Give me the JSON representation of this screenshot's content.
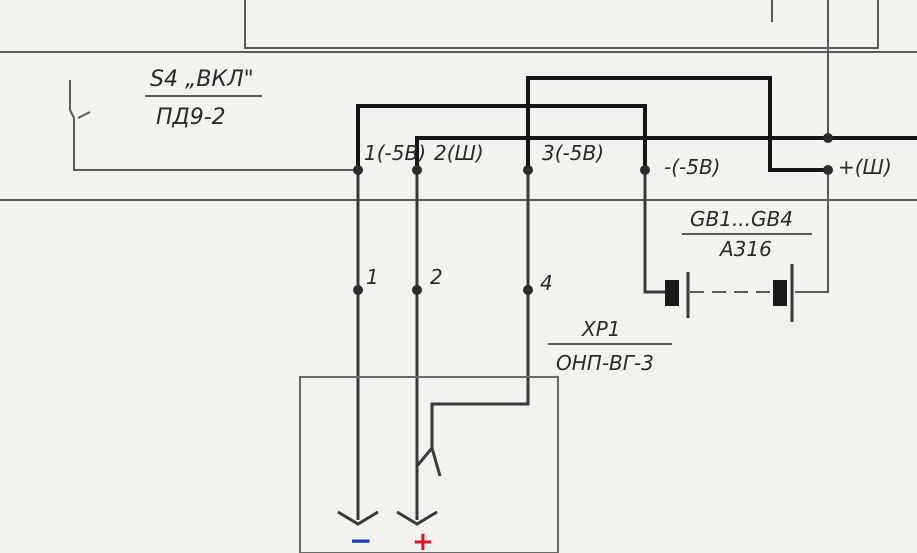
{
  "switch": {
    "designator": "S4 „ВКЛ\"",
    "type": "ПД9-2"
  },
  "contacts": {
    "c1": "1(-5В)",
    "c2": "2(Ш)",
    "c3": "3(-5В)",
    "c_minus": "-(-5В)",
    "c_plus": "+(Ш)"
  },
  "battery": {
    "designator": "GB1...GB4",
    "type": "А316"
  },
  "connector": {
    "designator": "XP1",
    "type": "ОНП-ВГ-3"
  },
  "pins": {
    "p1": "1",
    "p2": "2",
    "p4": "4"
  },
  "polarity": {
    "minus": "−",
    "plus": "+"
  },
  "colors": {
    "minus": "#1a3fb0",
    "plus": "#d8152a",
    "wire": "#151515"
  }
}
